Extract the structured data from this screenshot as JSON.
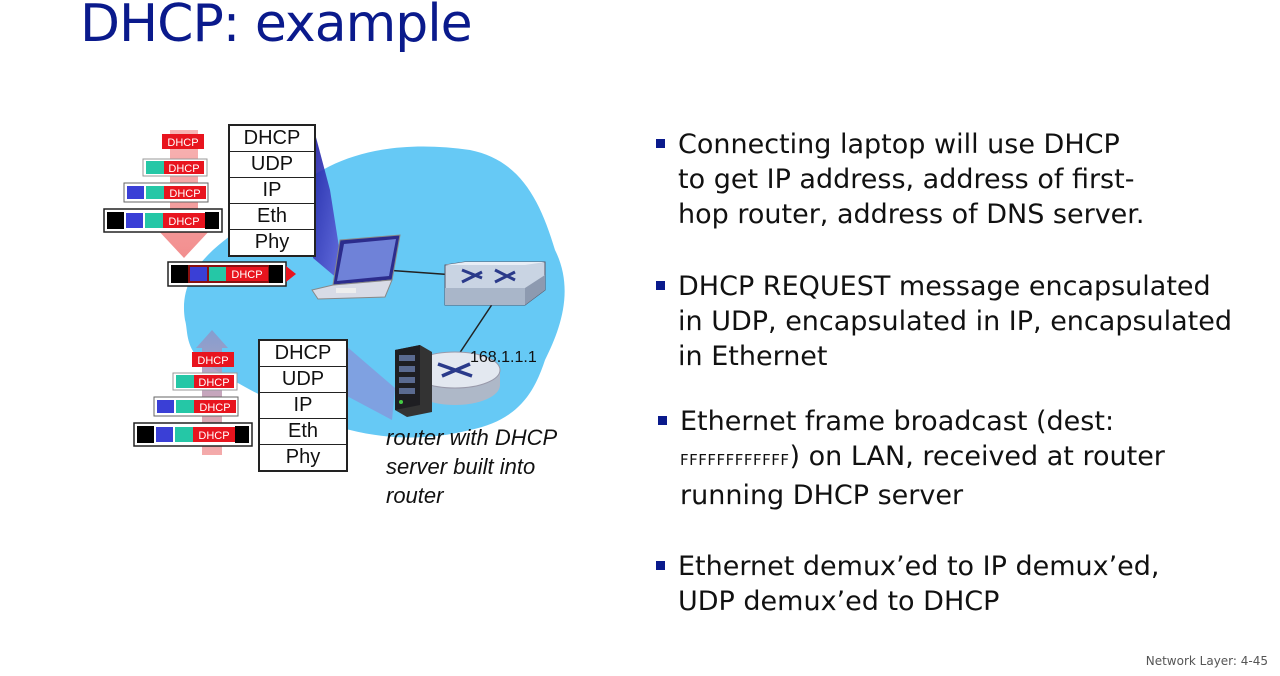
{
  "slide": {
    "title": "DHCP: example",
    "footer": "Network Layer: 4-45"
  },
  "bullets": [
    {
      "lines": [
        "Connecting laptop will use DHCP",
        "to get IP address, address of first-",
        "hop router, address of DNS server."
      ]
    },
    {
      "lines": [
        "DHCP REQUEST message encapsulated",
        "in UDP, encapsulated in IP, encapsulated",
        "in Ethernet"
      ]
    },
    {
      "prefix": "Ethernet frame broadcast (dest: ",
      "line2_small": "FFFFFFFFFFFF",
      "line2_rest": ") on LAN, received at router",
      "line3": "running DHCP server"
    },
    {
      "lines": [
        "Ethernet demux’ed to IP demux’ed,",
        "UDP demux’ed to DHCP"
      ]
    }
  ],
  "diagram": {
    "laptop_stack": [
      "DHCP",
      "UDP",
      "IP",
      "Eth",
      "Phy"
    ],
    "router_stack": [
      "DHCP",
      "UDP",
      "IP",
      "Eth",
      "Phy"
    ],
    "packet_label": "DHCP",
    "router_ip": "168.1.1.1",
    "router_label": [
      "router with DHCP",
      "server built into",
      "router"
    ],
    "colors": {
      "cloud": "#66c9f5",
      "dhcp_red": "#e8141e",
      "udp_teal": "#25c7a6",
      "ip_blue": "#3a3fd6",
      "eth_black": "#000000",
      "title": "#0a1a8c"
    }
  }
}
